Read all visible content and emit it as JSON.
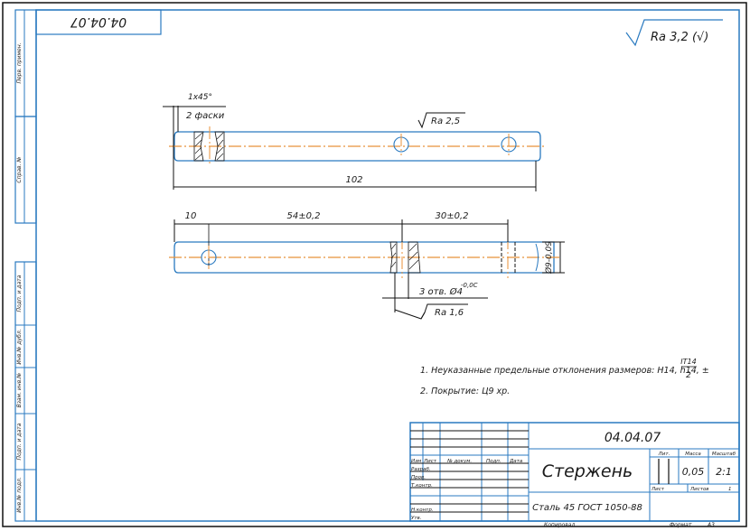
{
  "drawing": {
    "stamp_number_rotated": "04.04.07",
    "roughness_general": "Ra 3,2 (√)",
    "side_strip": [
      "Перв. примен.",
      "Справ. №",
      "Подп. и дата",
      "Инв.№ дубл.",
      "Взам. инв.№",
      "Подп. и дата",
      "Инв.№ подл."
    ],
    "view1": {
      "chamfer": "1x45°",
      "chamfer_count": "2 фаски",
      "roughness": "Ra 2,5",
      "length": "102"
    },
    "view2": {
      "dim_first": "10",
      "dim_middle": "54±0,2",
      "dim_last": "30±0,2",
      "diameter": "Ø9-0,09",
      "holes": "3 отв. Ø4",
      "holes_tolerance": "-0,0С",
      "roughness": "Ra 1,6"
    },
    "notes": {
      "line1": "1. Неуказанные предельные отклонения размеров: H14, h14, ±",
      "fraction_top": "IT14",
      "fraction_bottom": "2",
      "line2": "2. Покрытие: Ц9 хр."
    },
    "title_block": {
      "designation": "04.04.07",
      "part_name": "Стержень",
      "material": "Сталь 45 ГОСТ 1050-88",
      "headers": [
        "Изм",
        "Лист",
        "№ докум.",
        "Подп.",
        "Дата"
      ],
      "roles": [
        "Разраб.",
        "Пров.",
        "Т.контр.",
        "",
        "Н.контр.",
        "Утв."
      ],
      "lit_label": "Лит.",
      "mass_label": "Масса",
      "scale_label": "Масштаб",
      "mass": "0,05",
      "scale": "2:1",
      "sheet_label": "Лист",
      "sheets_label": "Листов",
      "sheets": "1",
      "copied_label": "Копировал",
      "format_label": "Формат",
      "format": "A3"
    }
  }
}
